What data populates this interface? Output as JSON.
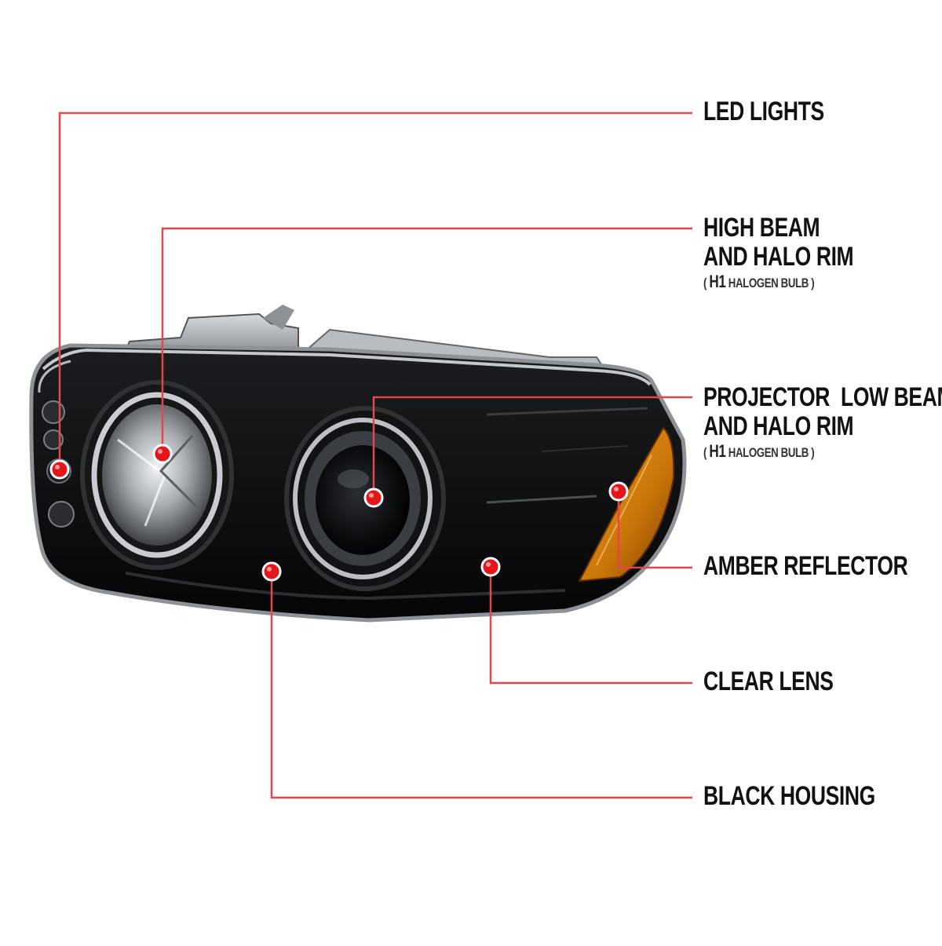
{
  "colors": {
    "leader_line": "#e2474a",
    "marker_dot": "#e4151b",
    "housing": "#0b0b0c",
    "chrome": "#9a9ea3",
    "amber": "#d2870f"
  },
  "callouts": [
    {
      "id": "led-lights",
      "lines": [
        "LED LIGHTS"
      ]
    },
    {
      "id": "high-beam",
      "lines": [
        "HIGH BEAM",
        "AND HALO RIM"
      ],
      "sub": {
        "open": "( ",
        "bulb": "H1",
        "rest": " HALOGEN BULB )"
      }
    },
    {
      "id": "projector-low-beam",
      "lines": [
        "PROJECTOR  LOW BEAM",
        "AND HALO RIM"
      ],
      "sub": {
        "open": "( ",
        "bulb": "H1",
        "rest": " HALOGEN BULB )"
      }
    },
    {
      "id": "amber-reflector",
      "lines": [
        "AMBER REFLECTOR"
      ]
    },
    {
      "id": "clear-lens",
      "lines": [
        "CLEAR LENS"
      ]
    },
    {
      "id": "black-housing",
      "lines": [
        "BLACK HOUSING"
      ]
    }
  ]
}
